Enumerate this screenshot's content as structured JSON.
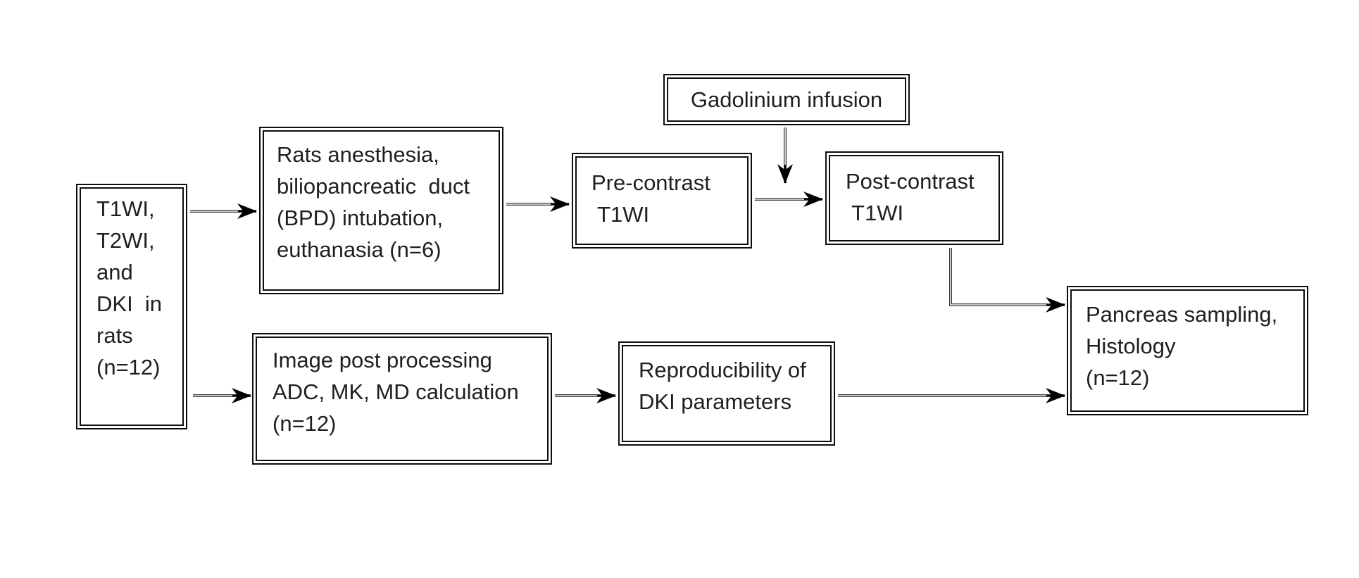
{
  "diagram": {
    "background_color": "#ffffff",
    "line_color": "#000000",
    "text_color": "#1f1f1f",
    "nodes": {
      "rats_imaging": {
        "lines": [
          "T1WI,",
          "T2WI,",
          "and",
          "DKI  in",
          "rats",
          "(n=12)"
        ]
      },
      "anesthesia": {
        "lines": [
          "Rats anesthesia,",
          "biliopancreatic  duct",
          "(BPD) intubation,",
          "euthanasia (n=6)"
        ]
      },
      "gadolinium": {
        "lines": [
          "Gadolinium infusion"
        ]
      },
      "pre_contrast": {
        "lines": [
          "Pre-contrast",
          " T1WI"
        ]
      },
      "post_contrast": {
        "lines": [
          "Post-contrast",
          " T1WI"
        ]
      },
      "pancreas_sampling": {
        "lines": [
          "Pancreas sampling,",
          "Histology",
          "(n=12)"
        ]
      },
      "post_processing": {
        "lines": [
          "Image post processing",
          "ADC, MK, MD calculation",
          "(n=12)"
        ]
      },
      "reproducibility": {
        "lines": [
          "Reproducibility of",
          "DKI parameters"
        ]
      }
    },
    "edges": [
      {
        "from": "rats_imaging",
        "to": "anesthesia",
        "style": "double-line-stealth-arrow"
      },
      {
        "from": "rats_imaging",
        "to": "post_processing",
        "style": "double-line-stealth-arrow"
      },
      {
        "from": "anesthesia",
        "to": "pre_contrast",
        "style": "double-line-stealth-arrow"
      },
      {
        "from": "gadolinium",
        "to": "post_contrast",
        "style": "double-line-stealth-arrow-down"
      },
      {
        "from": "pre_contrast",
        "to": "post_contrast",
        "style": "double-line-stealth-arrow"
      },
      {
        "from": "post_contrast",
        "to": "pancreas_sampling",
        "style": "double-line-elbow-stealth-arrow"
      },
      {
        "from": "post_processing",
        "to": "reproducibility",
        "style": "double-line-stealth-arrow"
      },
      {
        "from": "reproducibility",
        "to": "pancreas_sampling",
        "style": "double-line-stealth-arrow"
      }
    ]
  }
}
